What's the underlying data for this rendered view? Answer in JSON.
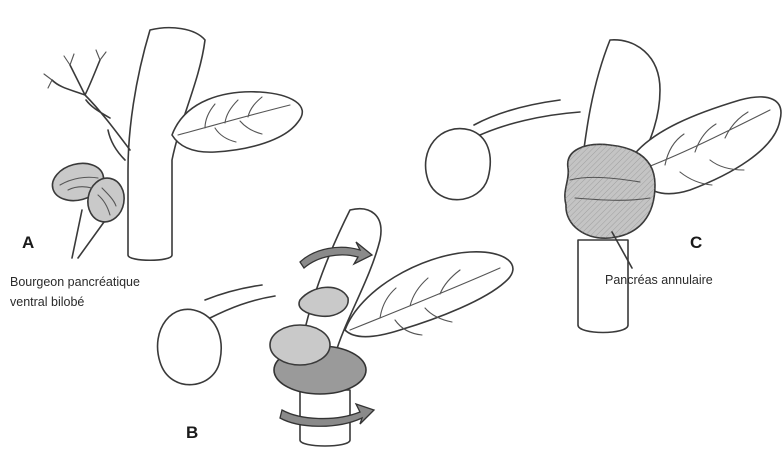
{
  "panels": {
    "a": {
      "letter": "A",
      "caption_line1": "Bourgeon pancréatique",
      "caption_line2": "ventral bilobé"
    },
    "b": {
      "letter": "B"
    },
    "c": {
      "letter": "C",
      "caption": "Pancréas annulaire"
    }
  },
  "colors": {
    "outline": "#3a3a3a",
    "pancreatic_tissue": "#c9c9c9",
    "pancreatic_tissue_dark": "#9a9a9a",
    "background": "#ffffff"
  }
}
